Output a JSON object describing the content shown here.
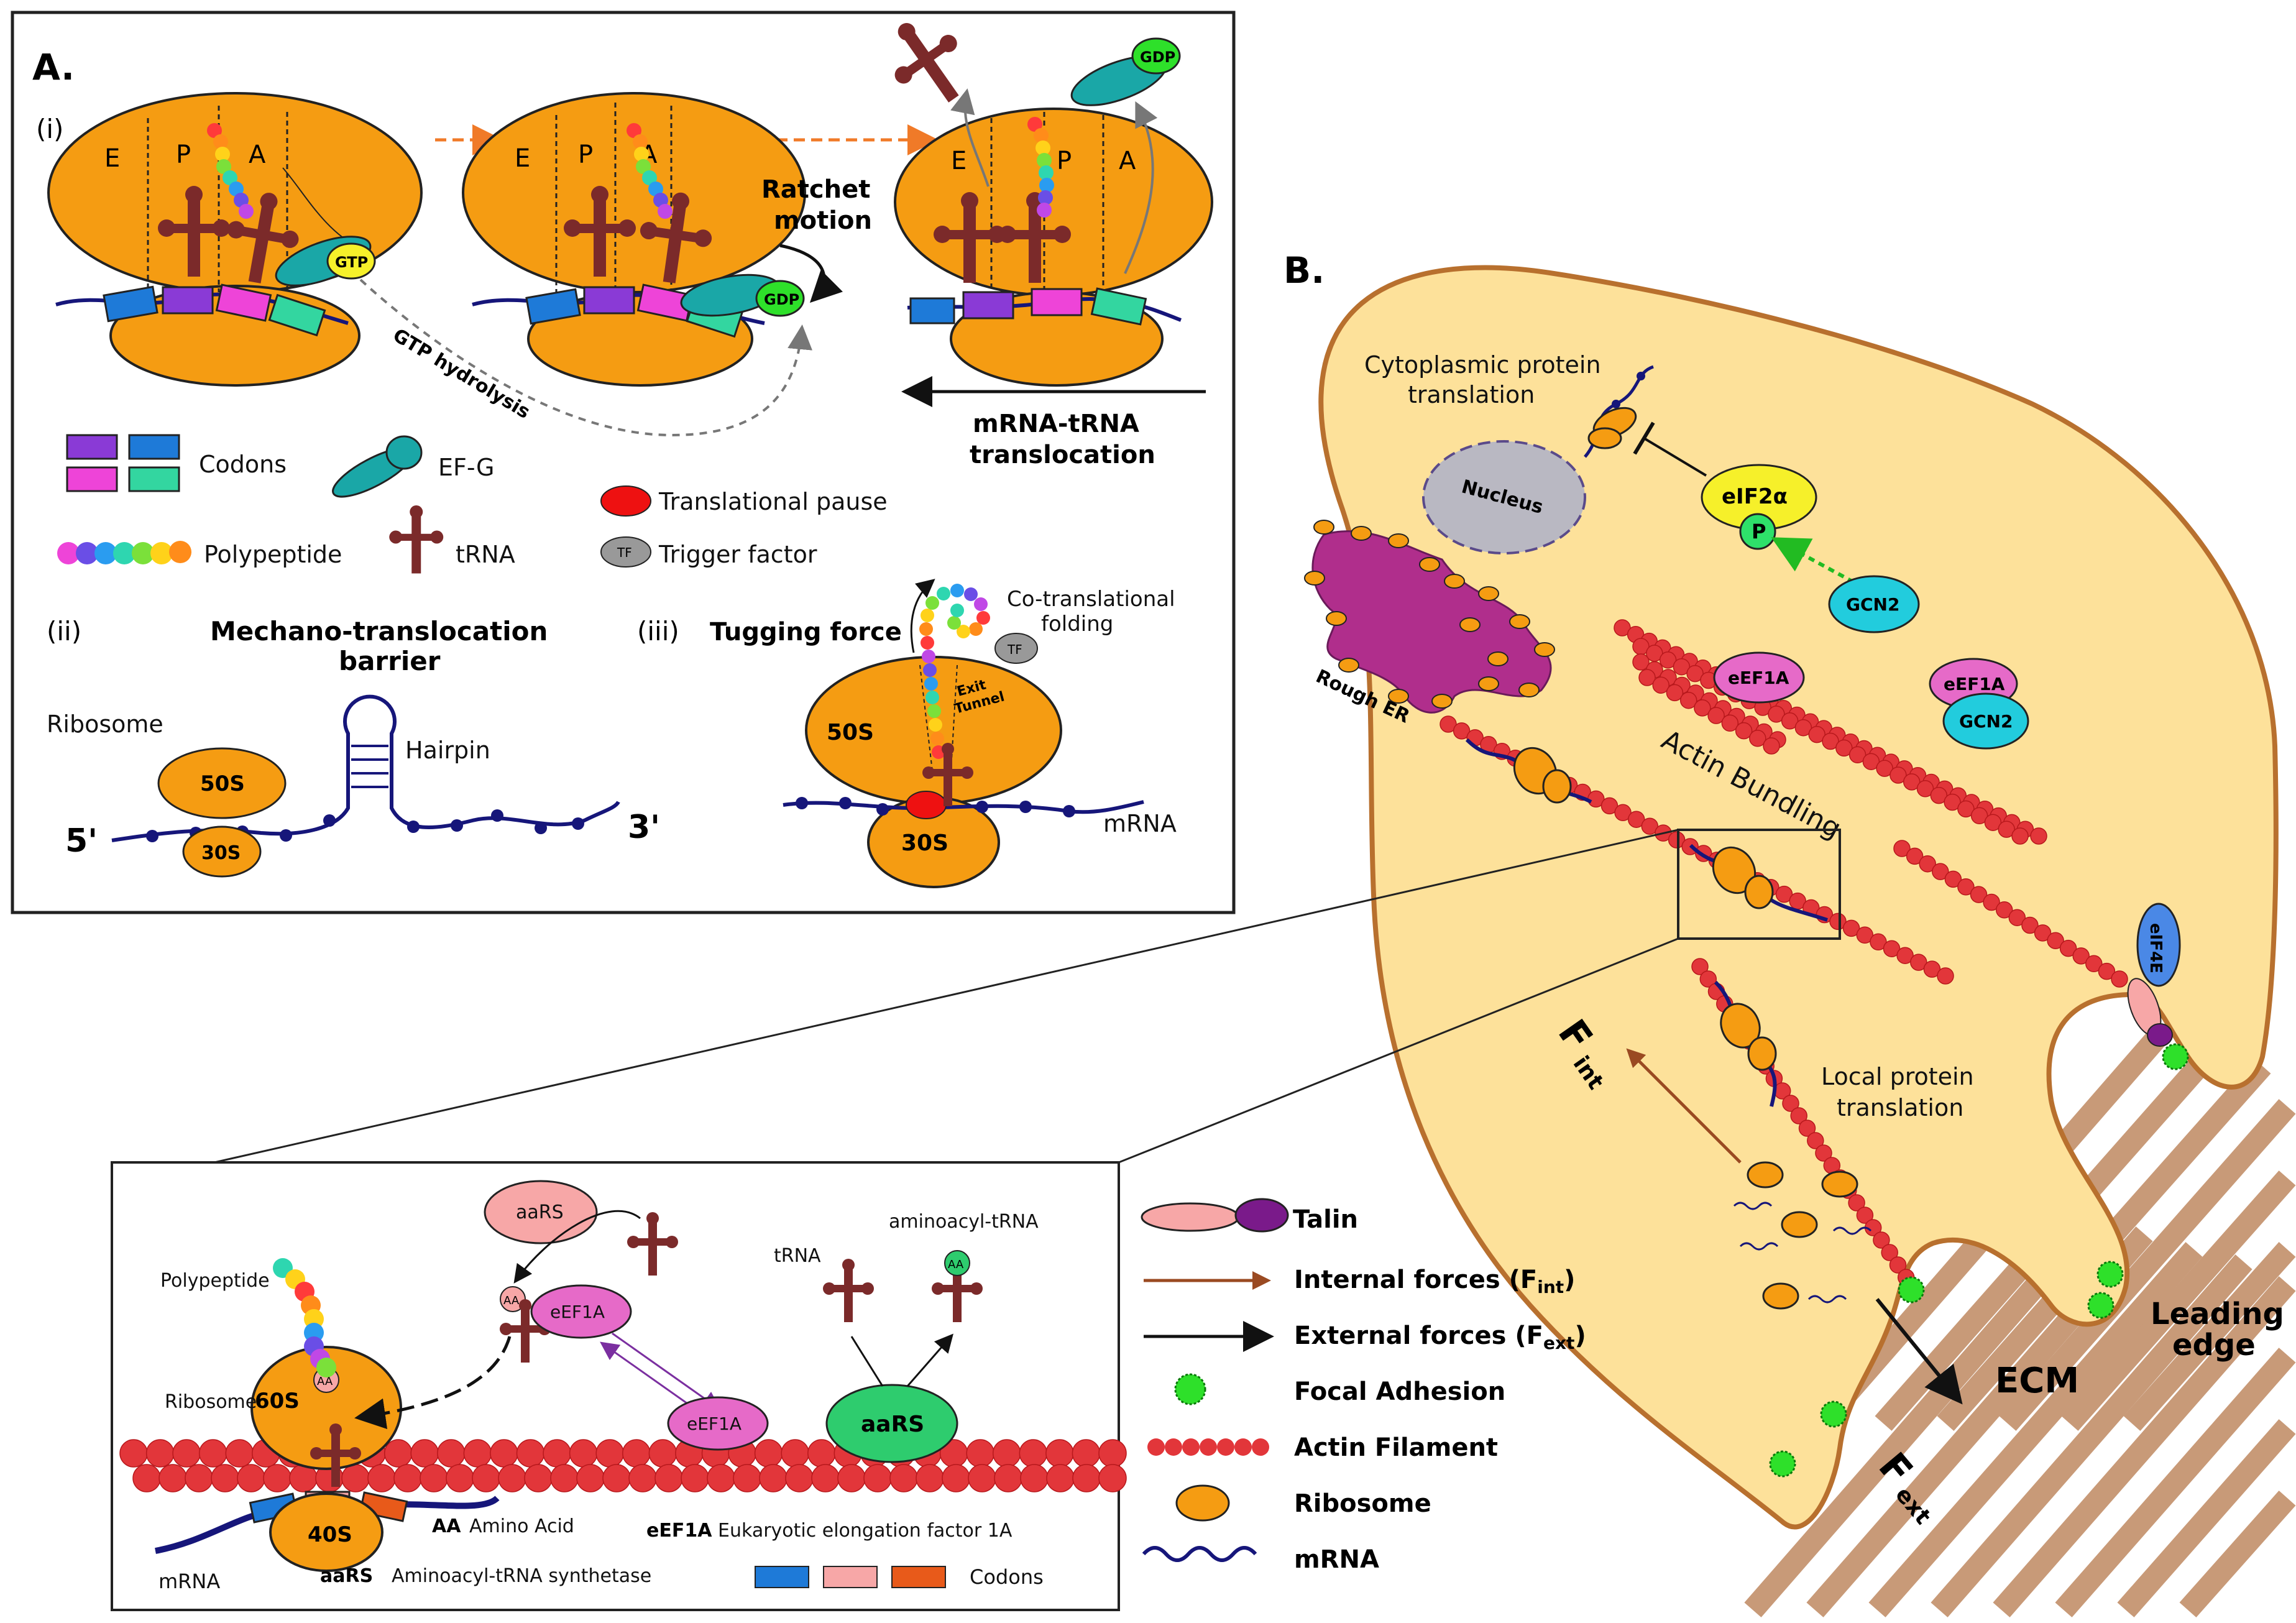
{
  "panel_a": {
    "title": "A.",
    "sub_i": "(i)",
    "sub_ii": "(ii)",
    "sub_iii": "(iii)",
    "site_e": "E",
    "site_p": "P",
    "site_a": "A",
    "gtp": "GTP",
    "gdp": "GDP",
    "ratchet": [
      "Ratchet",
      "motion"
    ],
    "gtp_hydrolysis": "GTP hydrolysis",
    "translocation": [
      "mRNA-tRNA",
      "translocation"
    ],
    "legend": {
      "codons": "Codons",
      "efg": "EF-G",
      "polypeptide": "Polypeptide",
      "trna": "tRNA",
      "pause": "Translational pause",
      "trigger": "Trigger factor",
      "tf": "TF"
    },
    "barrier": [
      "Mechano-translocation",
      "barrier"
    ],
    "ribosome": "Ribosome",
    "s50": "50S",
    "s30": "30S",
    "hairpin": "Hairpin",
    "five_prime": "5'",
    "three_prime": "3'",
    "tugging": "Tugging force",
    "cotrans": [
      "Co-translational",
      "folding"
    ],
    "exit_tunnel": [
      "Exit",
      "Tunnel"
    ],
    "mrna": "mRNA"
  },
  "panel_b": {
    "title": "B.",
    "cyto": [
      "Cytoplasmic protein",
      "translation"
    ],
    "nucleus": "Nucleus",
    "eif2a": "eIF2α",
    "p": "P",
    "gcn2": "GCN2",
    "rough_er": "Rough ER",
    "eef1a": "eEF1A",
    "actin_bundling": "Actin Bundling",
    "eif4e": "eIF4E",
    "local": [
      "Local protein",
      "translation"
    ],
    "fint_main": "F",
    "fint_sub": "int",
    "fext_main": "F",
    "fext_sub": "ext",
    "ecm": "ECM",
    "leading": [
      "Leading",
      "edge"
    ]
  },
  "inset": {
    "aars": "aaRS",
    "aminoacyl_trna": "aminoacyl-tRNA",
    "trna": "tRNA",
    "aa": "AA",
    "eef1a": "eEF1A",
    "polypeptide": "Polypeptide",
    "ribosome": "Ribosome",
    "s60": "60S",
    "s40": "40S",
    "mrna": "mRNA",
    "aa_key": "AA",
    "aa_desc": "Amino Acid",
    "eef1a_key": "eEF1A",
    "eef1a_desc": "Eukaryotic elongation factor 1A",
    "aars_key": "aaRS",
    "aars_desc": "Aminoacyl-tRNA synthetase",
    "codons": "Codons"
  },
  "legend_b": {
    "talin": "Talin",
    "internal_main": "Internal forces (F",
    "internal_sub": "int",
    "external_main": "External forces (F",
    "external_sub": "ext",
    "focal": "Focal Adhesion",
    "actin": "Actin Filament",
    "ribosome": "Ribosome",
    "mrna": "mRNA",
    "close_paren": ")"
  },
  "colors": {
    "ribosome": "#f59c12",
    "cell": "#fde19a",
    "trna": "#7b2a2a",
    "mrna": "#16167a",
    "actin": "#e2363a",
    "efg": "#1aa7a7",
    "ecm": "#c89a78"
  }
}
